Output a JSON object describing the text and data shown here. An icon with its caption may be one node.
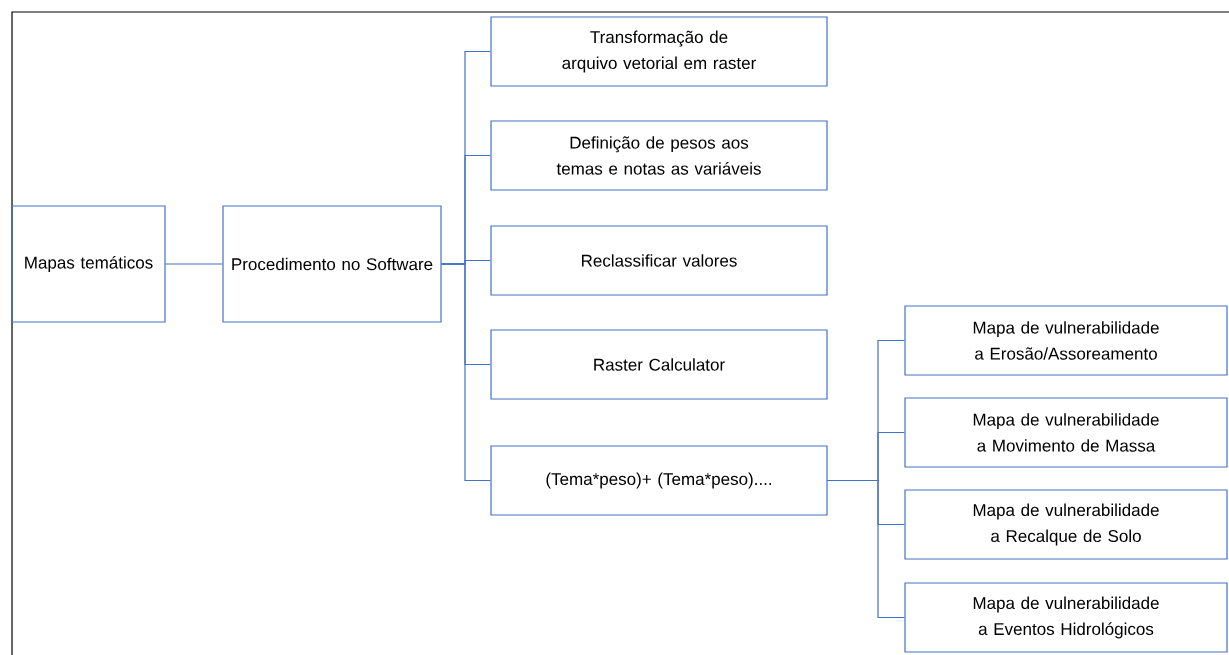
{
  "diagram": {
    "nodes": [
      {
        "text": [
          "Mapas temáticos"
        ]
      },
      {
        "text": [
          "Procedimento no Software"
        ]
      },
      {
        "text": [
          "Transformação de arquivo vetorial em raster"
        ]
      },
      {
        "text": [
          "Definição de pesos aos temas e notas as variáveis"
        ]
      },
      {
        "text": [
          "Reclassificar valores"
        ]
      },
      {
        "text": [
          "Raster Calculator"
        ]
      },
      {
        "text": [
          "(Tema*peso)+ (Tema*peso)...."
        ]
      },
      {
        "text": [
          "Mapa de vulnerabilidade a Erosão/Assoreamento"
        ]
      },
      {
        "text": [
          "Mapa de vulnerabilidade a Movimento de Massa"
        ]
      },
      {
        "text": [
          "Mapa de vulnerabilidade a Recalque de Solo"
        ]
      },
      {
        "text": [
          "Mapa de vulnerabilidade a Eventos Hidrológicos"
        ]
      }
    ],
    "edges": [
      {
        "from": 0,
        "to": 1,
        "arrow": "none"
      },
      {
        "from": 1,
        "to": 2,
        "arrow": "none"
      },
      {
        "from": 1,
        "to": 3,
        "arrow": "none"
      },
      {
        "from": 1,
        "to": 4,
        "arrow": "none"
      },
      {
        "from": 1,
        "to": 5,
        "arrow": "none"
      },
      {
        "from": 1,
        "to": 6,
        "arrow": "none"
      },
      {
        "from": 6,
        "to": 7,
        "arrow": "none"
      },
      {
        "from": 6,
        "to": 8,
        "arrow": "none"
      },
      {
        "from": 6,
        "to": 9,
        "arrow": "none"
      },
      {
        "from": 6,
        "to": 10,
        "arrow": "none"
      }
    ]
  }
}
